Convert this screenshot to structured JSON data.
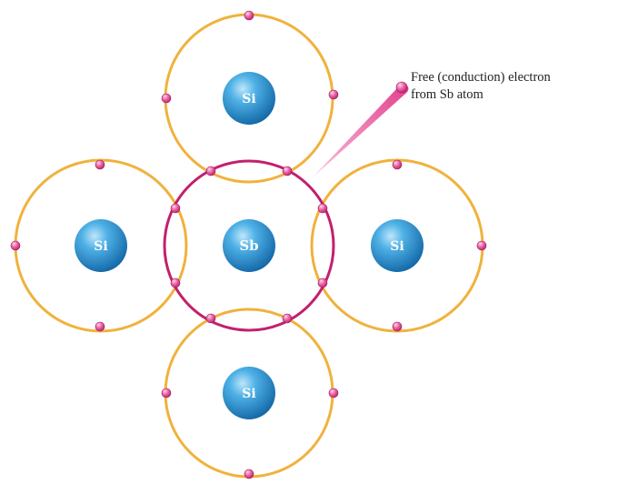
{
  "atoms": [
    {
      "id": "si-top",
      "label": "Si"
    },
    {
      "id": "si-left",
      "label": "Si"
    },
    {
      "id": "sb-center",
      "label": "Sb"
    },
    {
      "id": "si-right",
      "label": "Si"
    },
    {
      "id": "si-bottom",
      "label": "Si"
    }
  ],
  "annotation": {
    "line1": "Free (conduction) electron",
    "line2": "from Sb atom"
  },
  "colors": {
    "si_orbit": "#f0b23c",
    "sb_orbit": "#c2206e",
    "electron": "#e25aa0",
    "nucleus": "#2a8cc8",
    "pointer": "#e9559a"
  }
}
